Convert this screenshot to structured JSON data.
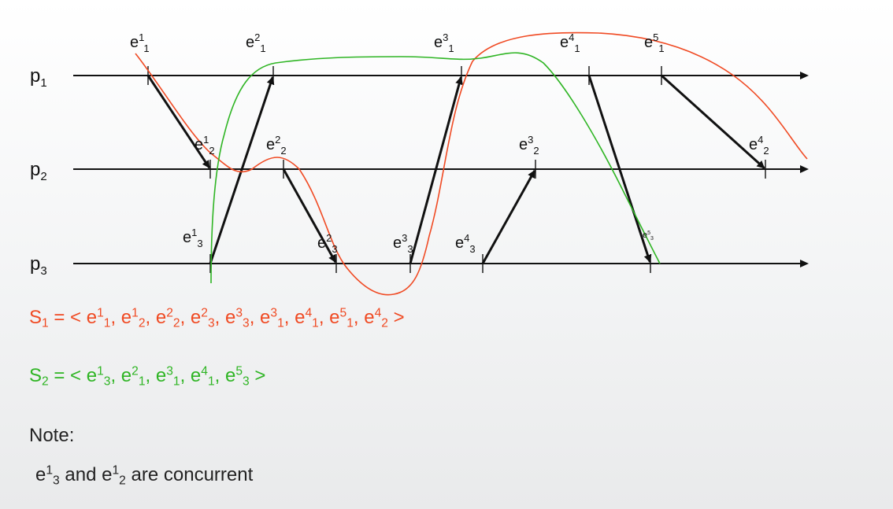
{
  "colors": {
    "seq1": "#f04a23",
    "seq2": "#2fb524",
    "axis": "#111111",
    "message": "#111111"
  },
  "processes": [
    {
      "id": "p1",
      "label_base": "p",
      "label_sub": "1"
    },
    {
      "id": "p2",
      "label_base": "p",
      "label_sub": "2"
    },
    {
      "id": "p3",
      "label_base": "p",
      "label_sub": "3"
    }
  ],
  "events": [
    {
      "id": "e1_1",
      "process": "p1",
      "sup": "1",
      "sub": "1"
    },
    {
      "id": "e2_1",
      "process": "p1",
      "sup": "2",
      "sub": "1"
    },
    {
      "id": "e3_1",
      "process": "p1",
      "sup": "3",
      "sub": "1"
    },
    {
      "id": "e4_1",
      "process": "p1",
      "sup": "4",
      "sub": "1"
    },
    {
      "id": "e5_1",
      "process": "p1",
      "sup": "5",
      "sub": "1"
    },
    {
      "id": "e1_2",
      "process": "p2",
      "sup": "1",
      "sub": "2"
    },
    {
      "id": "e2_2",
      "process": "p2",
      "sup": "2",
      "sub": "2"
    },
    {
      "id": "e3_2",
      "process": "p2",
      "sup": "3",
      "sub": "2"
    },
    {
      "id": "e4_2",
      "process": "p2",
      "sup": "4",
      "sub": "2"
    },
    {
      "id": "e1_3",
      "process": "p3",
      "sup": "1",
      "sub": "3"
    },
    {
      "id": "e2_3",
      "process": "p3",
      "sup": "2",
      "sub": "3"
    },
    {
      "id": "e3_3",
      "process": "p3",
      "sup": "3",
      "sub": "3"
    },
    {
      "id": "e4_3",
      "process": "p3",
      "sup": "4",
      "sub": "3"
    },
    {
      "id": "e5_3",
      "process": "p3",
      "sup": "5",
      "sub": "3"
    }
  ],
  "messages": [
    {
      "from": "e1_1",
      "to": "e1_2"
    },
    {
      "from": "e1_3",
      "to": "e2_1"
    },
    {
      "from": "e2_2",
      "to": "e2_3"
    },
    {
      "from": "e3_3",
      "to": "e3_1"
    },
    {
      "from": "e4_3",
      "to": "e3_2"
    },
    {
      "from": "e4_1",
      "to": "e5_3"
    },
    {
      "from": "e5_1",
      "to": "e4_2"
    }
  ],
  "sequences": [
    {
      "id": "S1",
      "color_key": "seq1",
      "name_base": "S",
      "name_sub": "1",
      "open": "= <",
      "close": ">",
      "events": [
        "e1_1",
        "e1_2",
        "e2_2",
        "e2_3",
        "e3_3",
        "e3_1",
        "e4_1",
        "e5_1",
        "e4_2"
      ]
    },
    {
      "id": "S2",
      "color_key": "seq2",
      "name_base": "S",
      "name_sub": "2",
      "open": "= <",
      "close": ">",
      "events": [
        "e1_3",
        "e2_1",
        "e3_1",
        "e4_1",
        "e5_3"
      ]
    }
  ],
  "note": {
    "title": "Note:",
    "first_event": "e1_3",
    "connector": "and",
    "second_event": "e1_2",
    "suffix": "are concurrent"
  }
}
